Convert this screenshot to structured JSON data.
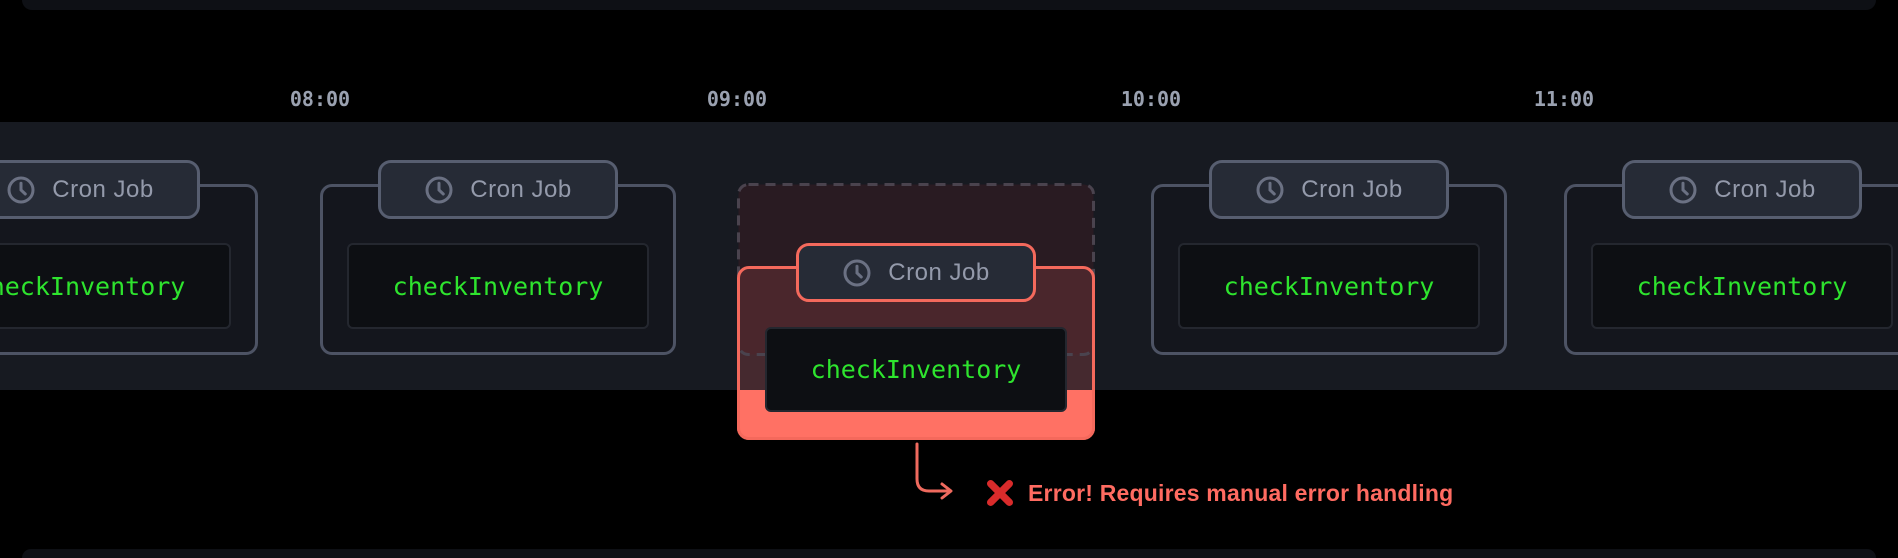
{
  "timeline": {
    "hours": [
      {
        "label": "08:00"
      },
      {
        "label": "09:00"
      },
      {
        "label": "10:00"
      },
      {
        "label": "11:00"
      }
    ]
  },
  "card": {
    "badge_label": "Cron Job",
    "badge_icon": "clock-icon",
    "code_label": "checkInventory"
  },
  "error_annotation": {
    "icon": "cross-mark-icon",
    "message": "Error! Requires manual error handling"
  },
  "colors": {
    "background": "#000000",
    "timeline_band": "#171a21",
    "card_background": "#14161d",
    "card_border": "#4d5364",
    "badge_background": "#262b36",
    "badge_border": "#575e70",
    "badge_text": "#949aab",
    "code_background": "#0d0f13",
    "code_green": "#2ee42e",
    "time_label": "#9aa1b0",
    "error_accent": "#f4695c",
    "error_fill": "#ff7164",
    "error_text": "#ff6b61"
  }
}
